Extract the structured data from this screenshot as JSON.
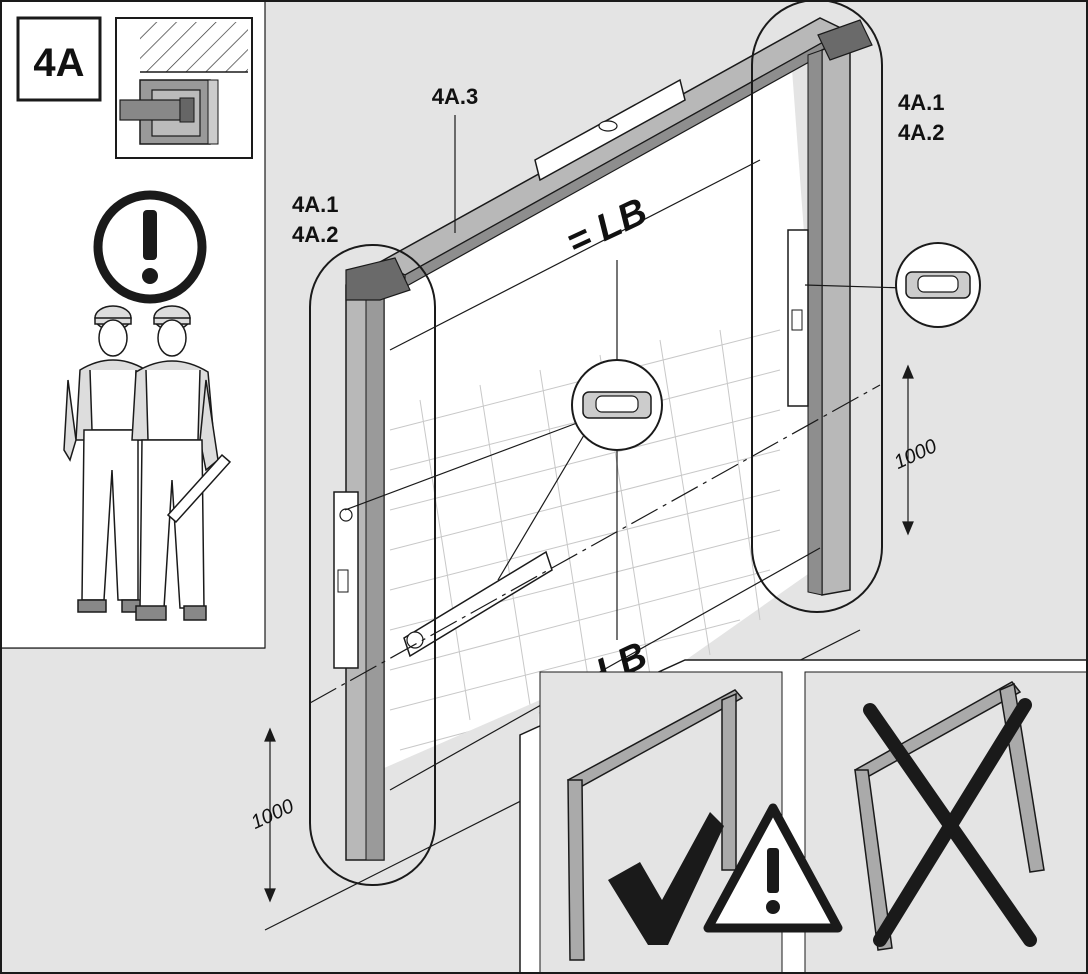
{
  "step": {
    "label": "4A"
  },
  "labels": {
    "top_bar": "4A.3",
    "left_frame_line1": "4A.1",
    "left_frame_line2": "4A.2",
    "right_frame_line1": "4A.1",
    "right_frame_line2": "4A.2",
    "width_top": "= LB",
    "width_bottom": "= LB"
  },
  "dimensions": {
    "right_height": "1000",
    "left_height": "1000"
  },
  "icons": {
    "warning": "exclamation-circle-icon",
    "check": "check-mark-icon",
    "caution": "warning-triangle-icon",
    "wrong": "cross-icon"
  },
  "colors": {
    "line": "#1a1a1a",
    "wall": "#e4e4e4",
    "frame": "#b8b8b8",
    "frame_dark": "#8e8e8e",
    "white": "#ffffff"
  }
}
